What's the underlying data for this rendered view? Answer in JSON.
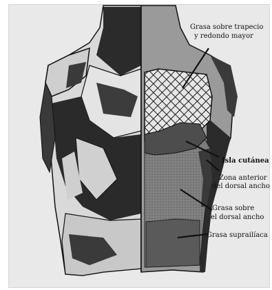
{
  "figure": {
    "labels": {
      "fat_trapezius_line1": "Grasa sobre trapecio",
      "fat_trapezius_line2": "y redondo mayor",
      "skin_island": "Isla cutánea",
      "anterior_zone_line1": "Zona anterior",
      "anterior_zone_line2": "del dorsal ancho",
      "fat_latissimus_line1": "Grasa sobre",
      "fat_latissimus_line2": "el dorsal ancho",
      "suprailiac_fat": "Grasa suprailíaca"
    },
    "colors": {
      "background": "#e9e9e9",
      "skin_shade": "#8a8a8a",
      "muscle_dark": "#1c1c1c",
      "muscle_light": "#d8d8d8",
      "crosshatch_region": "#2a2a2a",
      "island_fill": "#4d4d4d",
      "suprailiac_fill": "#5a5a5a"
    }
  }
}
